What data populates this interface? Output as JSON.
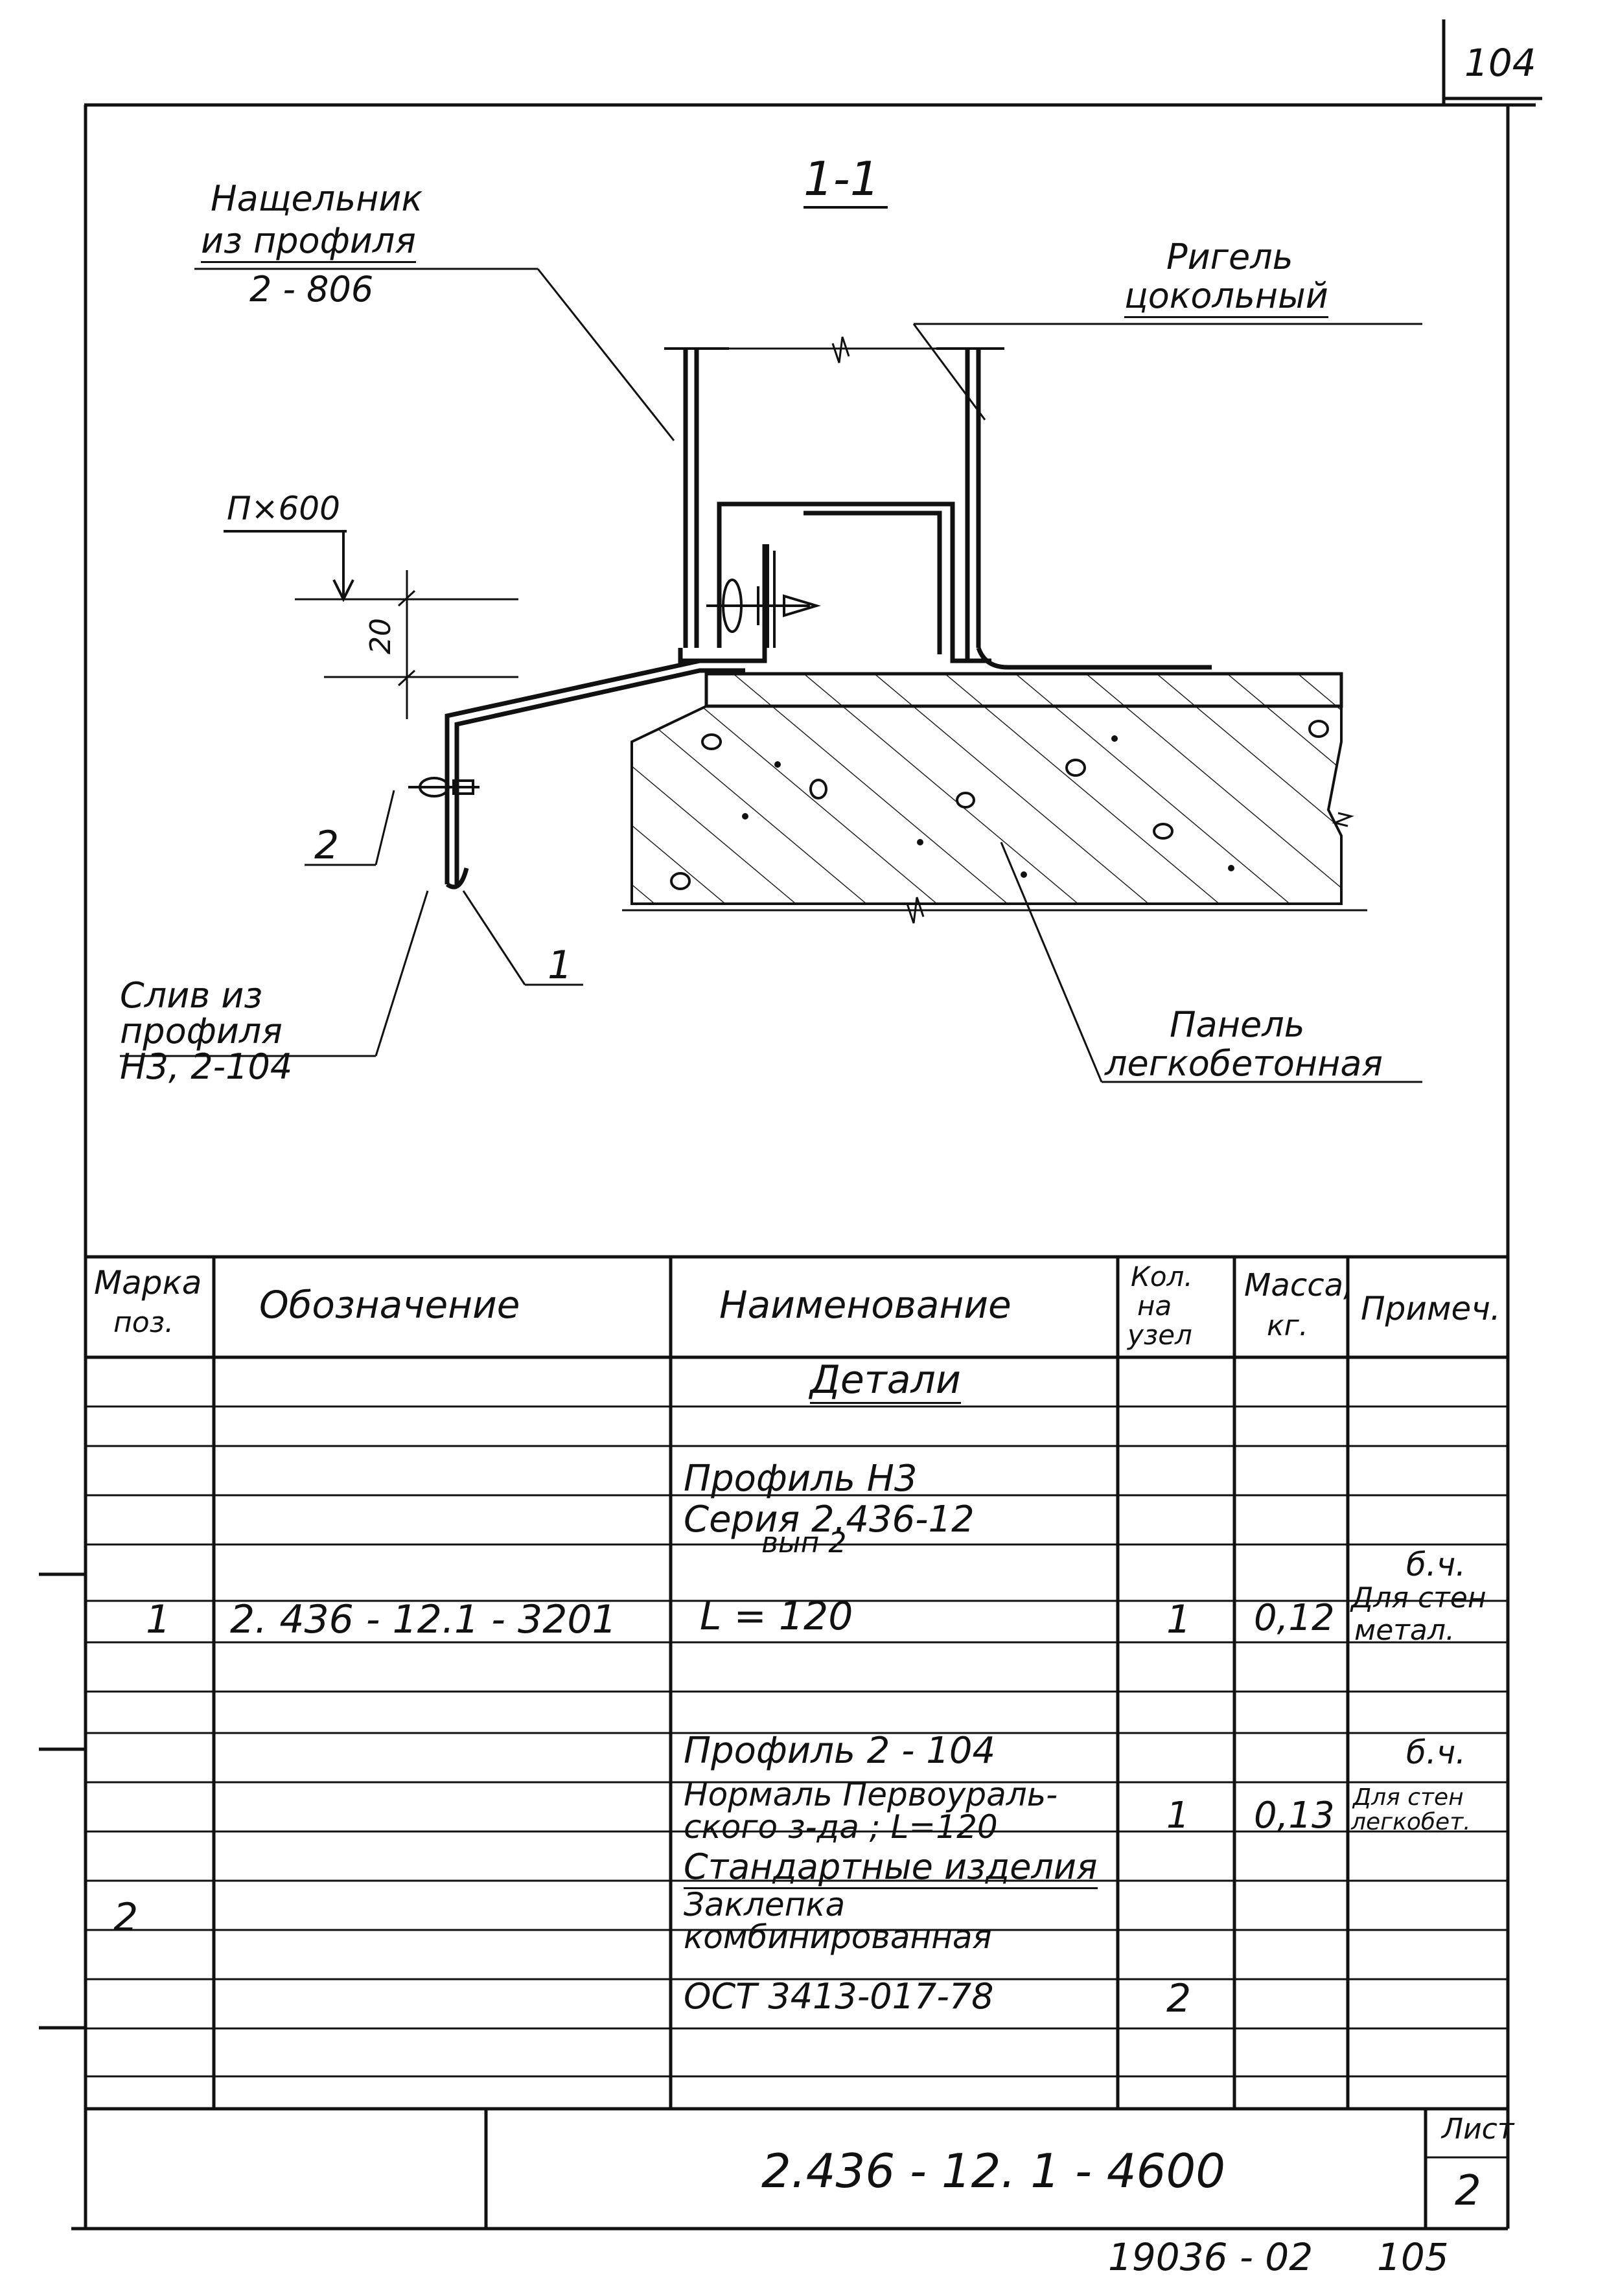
{
  "sheet": {
    "page_top": "104",
    "page_bottom": "105",
    "archive_no": "19036 - 02"
  },
  "drawing": {
    "section_label": "1-1",
    "callouts": {
      "nashchelnik": [
        "Нащельник",
        "из профиля",
        "2 - 806"
      ],
      "rigel": [
        "Ригель",
        "цокольный"
      ],
      "n600": "П×600",
      "dim20": "20",
      "mark2": "2",
      "mark1": "1",
      "sliv": [
        "Слив из",
        "профиля",
        "Н3, 2-104"
      ],
      "panel": [
        "Панель",
        "легкобетонная"
      ]
    }
  },
  "table": {
    "headers": {
      "mark": [
        "Марка",
        "поз."
      ],
      "designation": "Обозначение",
      "name": "Наименование",
      "qty": [
        "Кол.",
        "на",
        "узел"
      ],
      "mass": [
        "Масса,",
        "кг."
      ],
      "note": "Примеч."
    },
    "rows": [
      {
        "name": "Детали",
        "underline": true
      },
      {
        "name": "Профиль Н3"
      },
      {
        "name": "Серия 2.436-12",
        "name2": "вып 2",
        "note": "б.ч."
      },
      {
        "mark": "1",
        "designation": "2. 436 - 12.1 - 3201",
        "name": "L = 120",
        "qty": "1",
        "mass": "0,12",
        "note": "Для стен",
        "note2": "метал."
      },
      {
        "name": "Профиль 2 - 104",
        "note": "б.ч."
      },
      {
        "name": "Нормаль Первоураль-",
        "name2": "ского з-да ; L=120",
        "qty": "1",
        "mass": "0,13",
        "note": "Для стен",
        "note2": "легкобет."
      },
      {
        "name": "Стандартные изделия",
        "underline": true
      },
      {
        "mark": "2",
        "name": "Заклепка",
        "name2": "комбинированная"
      },
      {
        "name": "ОСТ 3413-017-78",
        "qty": "2"
      }
    ]
  },
  "title_block": {
    "code": "2.436 - 12. 1 - 4600",
    "sheet_label": "Лист",
    "sheet_no": "2"
  }
}
